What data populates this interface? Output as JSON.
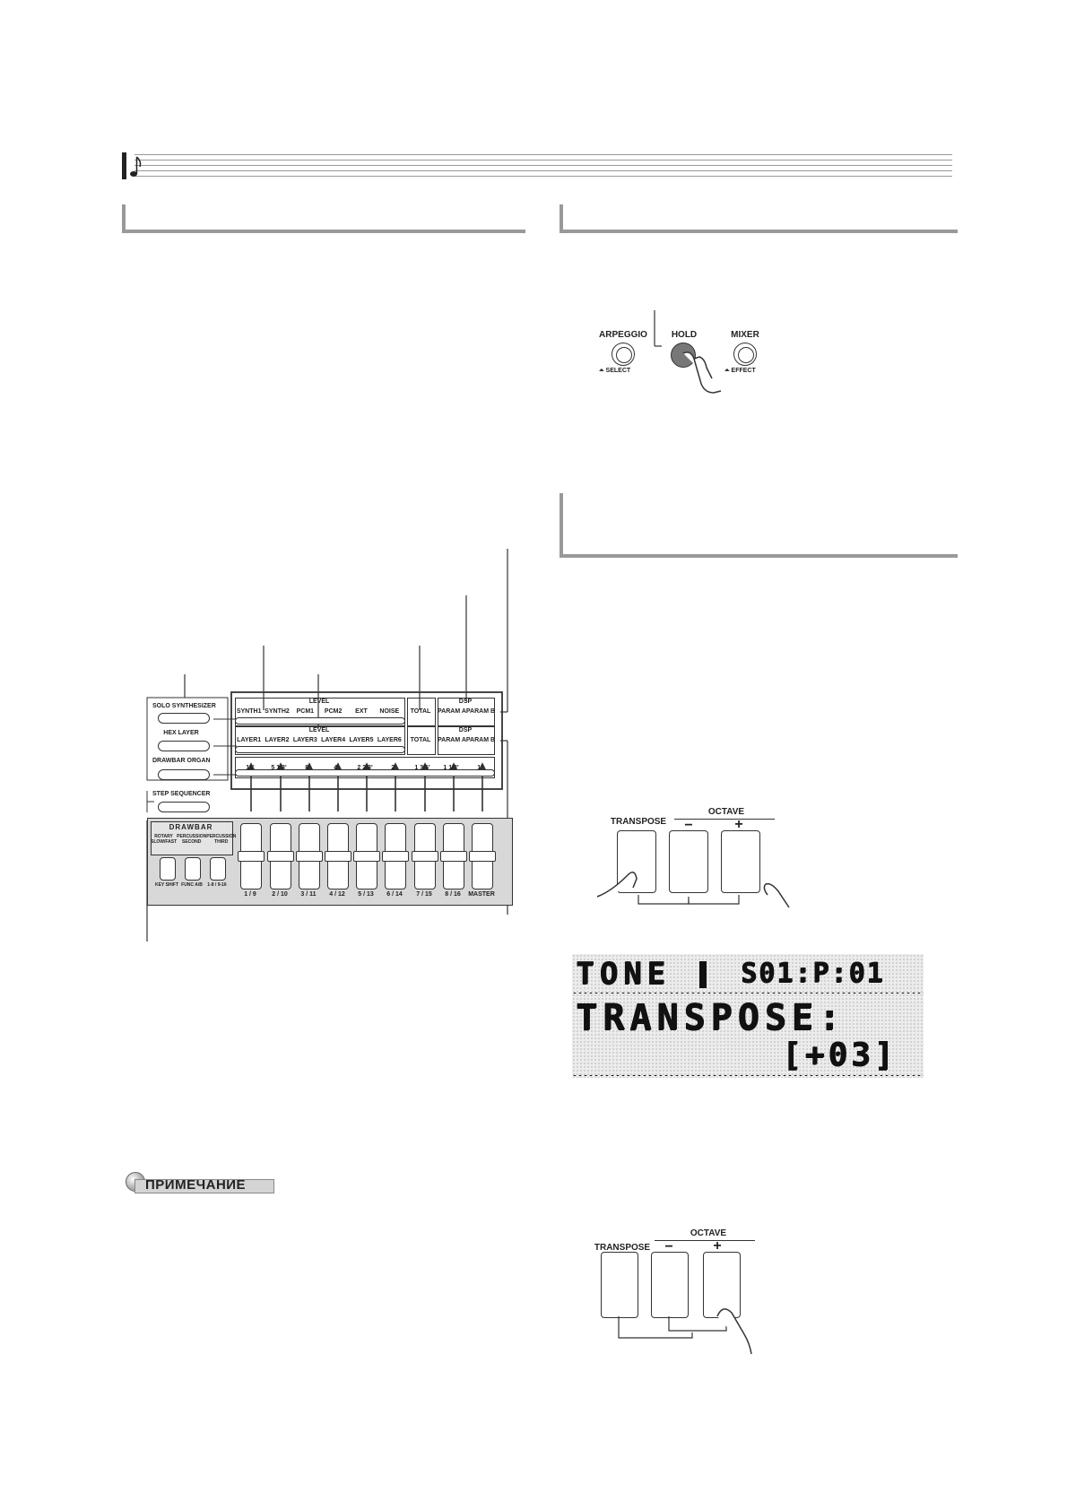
{
  "staff": {
    "icon": "music-note-icon"
  },
  "panel": {
    "left_buttons": [
      "SOLO SYNTHESIZER",
      "HEX LAYER",
      "DRAWBAR ORGAN",
      "STEP SEQUENCER"
    ],
    "row1": {
      "group_title": "LEVEL",
      "cells": [
        "SYNTH1",
        "SYNTH2",
        "PCM1",
        "PCM2",
        "EXT",
        "NOISE"
      ],
      "total": "TOTAL",
      "dsp_title": "DSP",
      "dsp_cells": [
        "PARAM A",
        "PARAM B"
      ]
    },
    "row2": {
      "group_title": "LEVEL",
      "cells": [
        "LAYER1",
        "LAYER2",
        "LAYER3",
        "LAYER4",
        "LAYER5",
        "LAYER6"
      ],
      "total": "TOTAL",
      "dsp_title": "DSP",
      "dsp_cells": [
        "PARAM A",
        "PARAM B"
      ]
    },
    "row3": {
      "cells": [
        "16'",
        "5 1/3'",
        "8'",
        "4'",
        "2 2/3'",
        "2'",
        "1 3/5'",
        "1 1/3'",
        "1'"
      ]
    },
    "drawbar": {
      "title": "DRAWBAR",
      "options": [
        "ROTARY SLOW/FAST",
        "PERCUSSION SECOND",
        "PERCUSSION THIRD"
      ],
      "buttons": [
        "KEY SHIFT",
        "FUNC A/B",
        "1-8 / 9-16"
      ]
    },
    "slider_labels": [
      "1 / 9",
      "2 / 10",
      "3 / 11",
      "4 / 12",
      "5 / 13",
      "6 / 14",
      "7 / 15",
      "8 / 16",
      "MASTER"
    ]
  },
  "arpeggio_panel": {
    "arpeggio": "ARPEGGIO",
    "arpeggio_sub": "SELECT",
    "hold": "HOLD",
    "mixer": "MIXER",
    "mixer_sub": "EFFECT"
  },
  "transpose_panel_1": {
    "transpose": "TRANSPOSE",
    "octave": "OCTAVE",
    "minus": "−",
    "plus": "+"
  },
  "lcd": {
    "line1": "TONE",
    "line1_right": "S01:P:01",
    "line2": "TRANSPOSE:",
    "line3": "[+03]"
  },
  "transpose_panel_2": {
    "transpose": "TRANSPOSE",
    "octave": "OCTAVE",
    "minus": "−",
    "plus": "+"
  },
  "note": {
    "label": "ПРИМЕЧАНИЕ"
  }
}
